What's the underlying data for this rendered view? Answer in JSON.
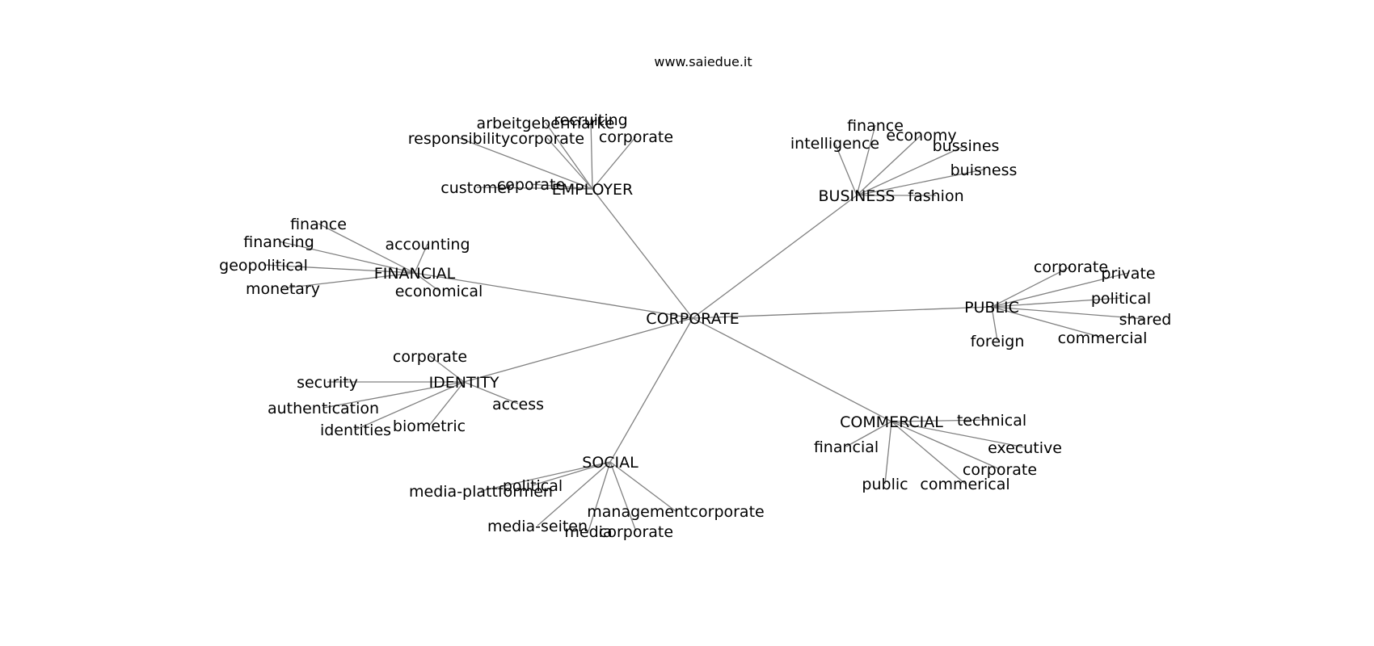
{
  "watermark": "www.saiedue.it",
  "graph": {
    "center": "CORPORATE",
    "hubs": [
      {
        "label": "EMPLOYER",
        "leaves": [
          "arbeitgebermarke",
          "recruiting",
          "responsibility",
          "corporate",
          "corporate",
          "customer",
          "coporate"
        ]
      },
      {
        "label": "BUSINESS",
        "leaves": [
          "finance",
          "intelligence",
          "economy",
          "bussines",
          "buisness",
          "fashion"
        ]
      },
      {
        "label": "FINANCIAL",
        "leaves": [
          "finance",
          "financing",
          "accounting",
          "geopolitical",
          "monetary",
          "economical"
        ]
      },
      {
        "label": "PUBLIC",
        "leaves": [
          "corporate",
          "private",
          "political",
          "shared",
          "commercial",
          "foreign"
        ]
      },
      {
        "label": "IDENTITY",
        "leaves": [
          "corporate",
          "security",
          "authentication",
          "identities",
          "biometric",
          "access"
        ]
      },
      {
        "label": "COMMERCIAL",
        "leaves": [
          "technical",
          "financial",
          "executive",
          "corporate",
          "public",
          "commerical"
        ]
      },
      {
        "label": "SOCIAL",
        "leaves": [
          "political",
          "media-plattformen",
          "managementcorporate",
          "media-seiten",
          "media",
          "corporate"
        ]
      }
    ]
  }
}
